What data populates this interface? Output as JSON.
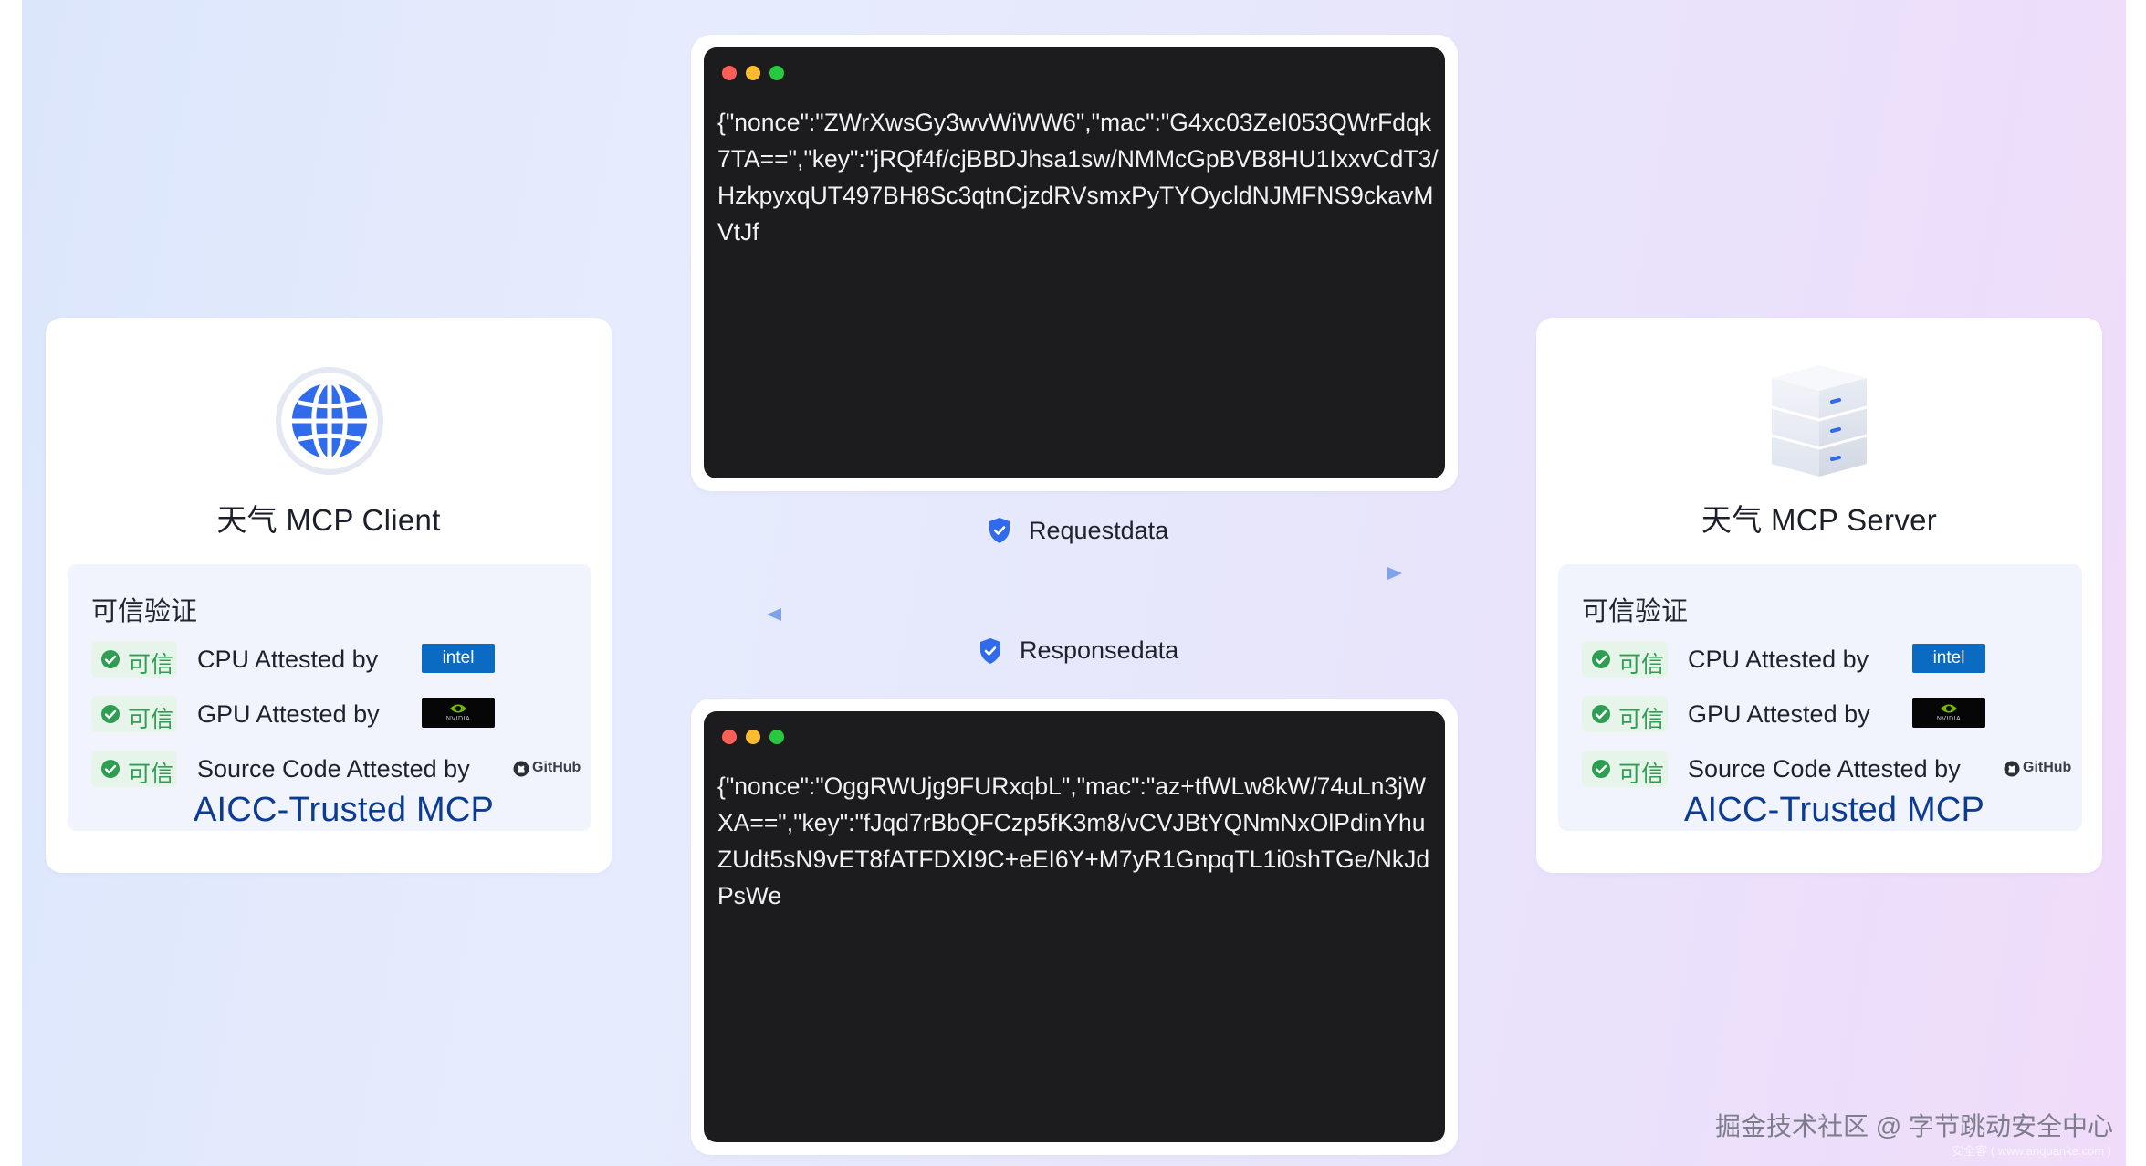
{
  "client": {
    "title": "天气 MCP Client",
    "icon": "globe-icon",
    "panel_title": "可信验证",
    "rows": [
      {
        "badge": "可信",
        "label": "CPU Attested by",
        "logo": "intel"
      },
      {
        "badge": "可信",
        "label": "GPU Attested by",
        "logo": "NVIDIA"
      },
      {
        "badge": "可信",
        "label": "Source Code Attested by",
        "logo": "GitHub"
      }
    ],
    "brand": "AICC-Trusted MCP"
  },
  "server": {
    "title": "天气 MCP Server",
    "icon": "server-icon",
    "panel_title": "可信验证",
    "rows": [
      {
        "badge": "可信",
        "label": "CPU Attested by",
        "logo": "intel"
      },
      {
        "badge": "可信",
        "label": "GPU Attested by",
        "logo": "NVIDIA"
      },
      {
        "badge": "可信",
        "label": "Source Code Attested by",
        "logo": "GitHub"
      }
    ],
    "brand": "AICC-Trusted MCP"
  },
  "request": {
    "label": "Requestdata",
    "payload": "{\"nonce\":\"ZWrXwsGy3wvWiWW6\",\"mac\":\"G4xc03ZeI053QWrFdqk7TA==\",\"key\":\"jRQf4f/cjBBDJhsa1sw/NMMcGpBVB8HU1IxxvCdT3/HzkpyxqUT497BH8Sc3qtnCjzdRVsmxPyTYOycldNJMFNS9ckavMVtJf"
  },
  "response": {
    "label": "Responsedata",
    "payload": "{\"nonce\":\"OggRWUjg9FURxqbL\",\"mac\":\"az+tfWLw8kW/74uLn3jWXA==\",\"key\":\"fJqd7rBbQFCzp5fK3m8/vCVJBtYQNmNxOlPdinYhuZUdt5sN9vET8fATFDXI9C+eEI6Y+M7yR1GnpqTL1i0shTGe/NkJdPsWe"
  },
  "watermark": {
    "text": "掘金技术社区 @ 字节跳动安全中心",
    "sub": "安全客 ( www.anquanke.com )"
  },
  "colors": {
    "accent_blue": "#0b3b93",
    "trusted_green": "#2e9e52",
    "shield_blue": "#2f6bea",
    "terminal_bg": "#1c1c1e"
  }
}
